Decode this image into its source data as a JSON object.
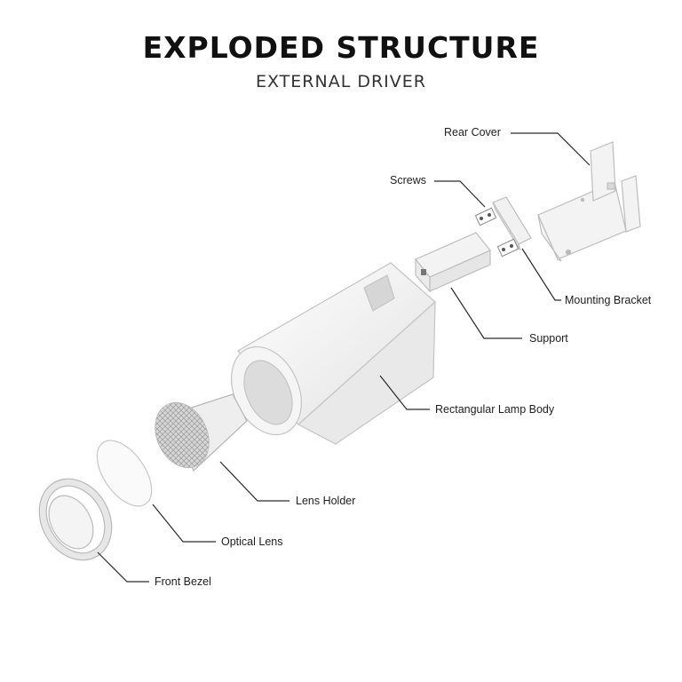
{
  "header": {
    "title": "EXPLODED STRUCTURE",
    "subtitle": "EXTERNAL DRIVER"
  },
  "parts": {
    "rear_cover": "Rear Cover",
    "screws": "Screws",
    "mounting_bracket": "Mounting Bracket",
    "support": "Support",
    "lamp_body": "Rectangular Lamp Body",
    "lens_holder": "Lens Holder",
    "optical_lens": "Optical Lens",
    "front_bezel": "Front Bezel"
  },
  "colors": {
    "line": "#2a2a2a",
    "part_fill": "#f3f3f3",
    "part_stroke": "#bdbdbd"
  }
}
